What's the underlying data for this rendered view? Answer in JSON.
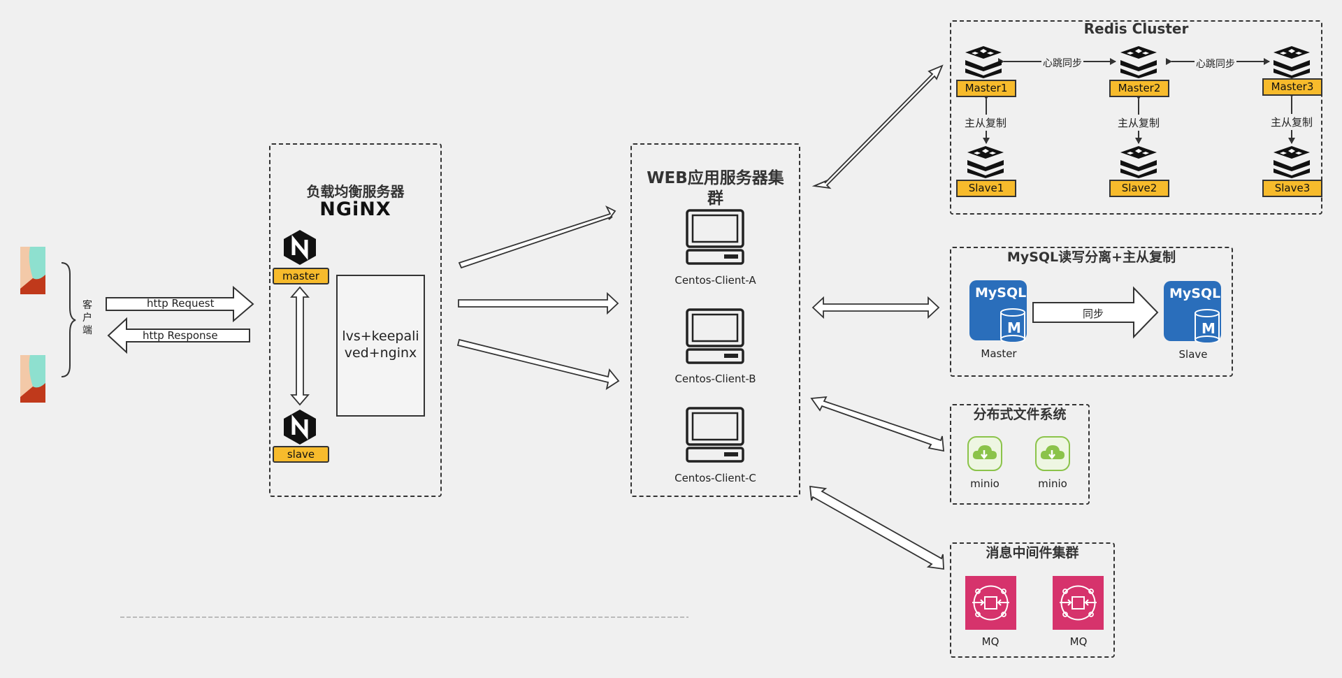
{
  "client": {
    "label": "客户端"
  },
  "http": {
    "request": "http Request",
    "response": "http Response"
  },
  "load_balancer": {
    "title": "负载均衡服务器",
    "logo": "NGiNX",
    "master_label": "master",
    "slave_label": "slave",
    "stack_label": "lvs+keepalived+nginx",
    "stack_line1": "lvs+keepali",
    "stack_line2": "ved+nginx"
  },
  "web_cluster": {
    "title": "WEB应用服务器集群",
    "title_line1": "WEB应用服务器集",
    "title_line2": "群",
    "clients": [
      "Centos-Client-A",
      "Centos-Client-B",
      "Centos-Client-C"
    ]
  },
  "redis": {
    "title": "Redis Cluster",
    "masters": [
      "Master1",
      "Master2",
      "Master3"
    ],
    "slaves": [
      "Slave1",
      "Slave2",
      "Slave3"
    ],
    "heartbeat": "心跳同步",
    "replication": "主从复制"
  },
  "mysql": {
    "title": "MySQL读写分离+主从复制",
    "logo_text": "MySQL",
    "logo_badge": "M",
    "sync": "同步",
    "master": "Master",
    "slave": "Slave"
  },
  "dfs": {
    "title": "分布式文件系统",
    "nodes": [
      "minio",
      "minio"
    ]
  },
  "mq": {
    "title": "消息中间件集群",
    "nodes": [
      "MQ",
      "MQ"
    ]
  },
  "colors": {
    "tag_fill": "#f7bb2c",
    "mysql_blue": "#2a6ebb",
    "mq_pink": "#d6336c",
    "minio_green": "#8bc34a",
    "background": "#f0f0f0"
  },
  "icons": [
    "avatar-image",
    "nginx-logo-icon",
    "server-computer-icon",
    "redis-stack-icon",
    "mysql-db-icon",
    "minio-cloud-icon",
    "mq-queue-icon"
  ]
}
